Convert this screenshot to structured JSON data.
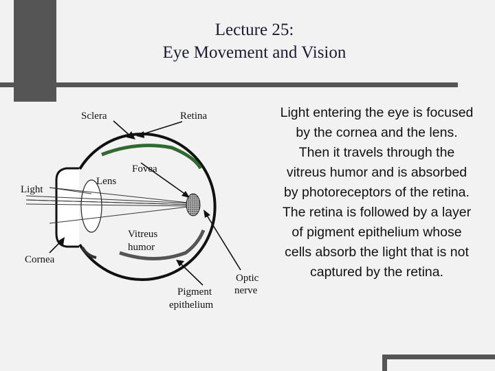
{
  "title": {
    "line1": "Lecture 25:",
    "line2": "Eye Movement and Vision"
  },
  "diagram": {
    "labels": {
      "sclera": "Sclera",
      "retina": "Retina",
      "lens": "Lens",
      "fovea": "Fovea",
      "light": "Light",
      "vitreus1": "Vitreus",
      "vitreus2": "humor",
      "cornea": "Cornea",
      "pigment1": "Pigment",
      "pigment2": "epithelium",
      "optic1": "Optic",
      "optic2": "nerve"
    },
    "colors": {
      "sclera": "#111111",
      "retina": "#2f6b2f",
      "pigment": "#555555"
    }
  },
  "description": "Light entering the eye is focused by the cornea and the lens. Then it travels through the vitreus humor and is absorbed by photoreceptors of the retina. The retina is followed by a layer of pigment epithelium whose cells absorb the light that is not captured by the retina."
}
